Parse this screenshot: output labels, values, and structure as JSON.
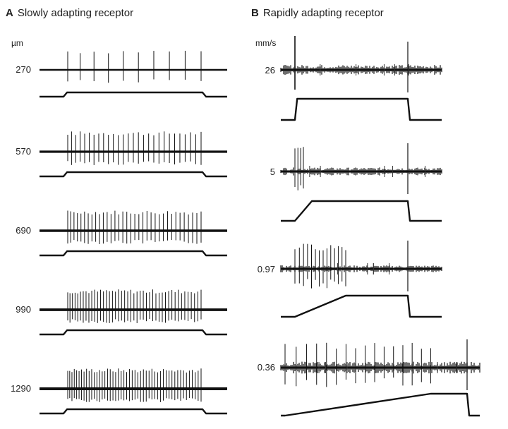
{
  "panels": {
    "a": {
      "letter": "A",
      "title": "Slowly adapting receptor",
      "unit": "µm",
      "recordings": [
        {
          "label": "270",
          "spike_count": 10
        },
        {
          "label": "570",
          "spike_count": 28
        },
        {
          "label": "690",
          "spike_count": 35
        },
        {
          "label": "990",
          "spike_count": 45
        },
        {
          "label": "1290",
          "spike_count": 50
        }
      ]
    },
    "b": {
      "letter": "B",
      "title": "Rapidly adapting receptor",
      "unit": "mm/s",
      "recordings": [
        {
          "label": "26",
          "ramp_fraction": 0.02,
          "onset_spikes": 1,
          "offset_spikes": 1
        },
        {
          "label": "5",
          "ramp_fraction": 0.15,
          "onset_spikes": 4,
          "offset_spikes": 1
        },
        {
          "label": "0.97",
          "ramp_fraction": 0.45,
          "onset_spikes": 14,
          "offset_spikes": 1
        },
        {
          "label": "0.36",
          "ramp_fraction": 0.8,
          "onset_spikes": 16,
          "offset_spikes": 1
        }
      ]
    }
  },
  "colors": {
    "trace": "#111111",
    "noise": "#333333",
    "background": "#ffffff"
  }
}
